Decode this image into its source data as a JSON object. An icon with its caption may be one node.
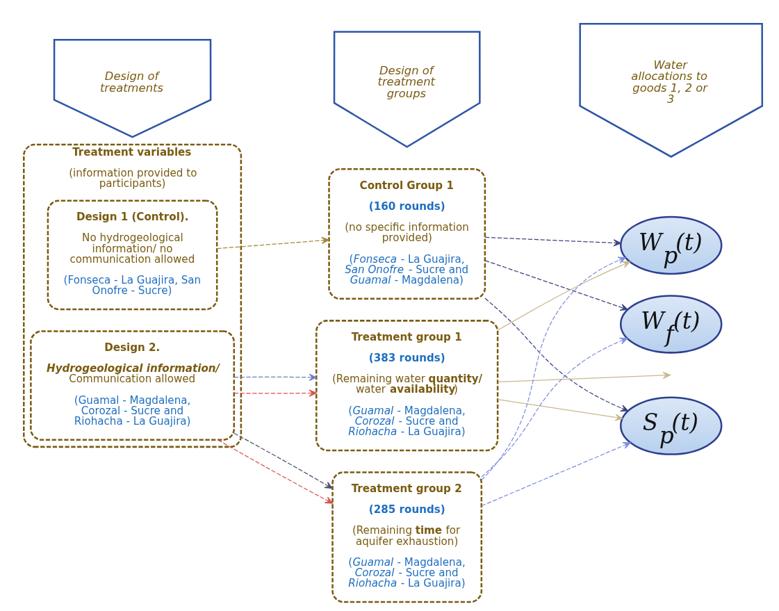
{
  "diagram": {
    "nodes": [
      {
        "text": [
          "Design of treatments"
        ]
      },
      {
        "text": [
          "Design of treatment groups"
        ]
      },
      {
        "text": [
          "Water allocations to goods 1, 2 or 3"
        ]
      },
      {
        "text": [
          "Treatment variables",
          "(information provided to participants)"
        ]
      },
      {
        "text": [
          "Design 1 (Control).",
          "No hydrogeological information/ no communication allowed",
          "(Fonseca - La Guajira, San Onofre - Sucre)"
        ],
        "in": 3
      },
      {
        "text": [
          "Design 2.",
          "*Hydrogeological information/* Communication allowed",
          "(Guamal - Magdalena, Corozal - Sucre and Riohacha - La Guajira)"
        ],
        "in": 3
      },
      {
        "text": [
          "Control Group 1",
          "(160 rounds)",
          "(no specific information provided)",
          "(*Fonseca* - La Guajira, *San Onofre* - Sucre and *Guamal* - Magdalena)"
        ]
      },
      {
        "text": [
          "Treatment group 1",
          "(383 rounds)",
          "(Remaining water **quantity/** water **availability**)",
          "(*Guamal* - Magdalena, *Corozal* - Sucre and *Riohacha* - La Guajira)"
        ]
      },
      {
        "text": [
          "Treatment group 2",
          "(285 rounds)",
          "(Remaining **time** for aquifer exhaustion)",
          "(*Guamal* - Magdalena, *Corozal* - Sucre and *Riohacha* - La Guajira)"
        ]
      },
      {
        "text": [
          "W$_{p}$(t)"
        ]
      },
      {
        "text": [
          "W$_{f}$(t)"
        ]
      },
      {
        "text": [
          "S$_{p}$(t)"
        ]
      }
    ],
    "edges": [
      {
        "from": 4,
        "to": 6,
        "arrow": "to",
        "style": "dashed",
        "color": "#a08a3c"
      },
      {
        "from": 5,
        "to": 7,
        "arrow": "to",
        "style": "dashed",
        "color": "#d9534f"
      },
      {
        "from": 5,
        "to": 8,
        "arrow": "to",
        "style": "dashed",
        "color": "#d9534f"
      },
      {
        "from": 5,
        "to": 7,
        "arrow": "to",
        "style": "dashed",
        "color": "#6a7fc0"
      },
      {
        "from": 5,
        "to": 8,
        "arrow": "to",
        "style": "dashed",
        "color": "#4a5270"
      },
      {
        "from": 6,
        "to": 9,
        "arrow": "to",
        "style": "dashed"
      },
      {
        "from": 6,
        "to": 10,
        "arrow": "to",
        "style": "dashed"
      },
      {
        "from": 6,
        "to": 11,
        "arrow": "to",
        "style": "dashed"
      },
      {
        "from": 7,
        "to": 9,
        "arrow": "to",
        "color": "#c8b88a"
      },
      {
        "from": 7,
        "to": null,
        "arrow": "to",
        "color": "#c8b88a"
      },
      {
        "from": 7,
        "to": 11,
        "arrow": "to",
        "color": "#c8b88a"
      },
      {
        "from": 8,
        "to": 9,
        "arrow": "to",
        "style": "dashed",
        "color": "#7f8fe0"
      },
      {
        "from": 8,
        "to": 10,
        "arrow": "to",
        "style": "dashed",
        "color": "#7f8fe0"
      },
      {
        "from": 8,
        "to": 11,
        "arrow": "to",
        "style": "dashed",
        "color": "#7f8fe0"
      }
    ]
  }
}
